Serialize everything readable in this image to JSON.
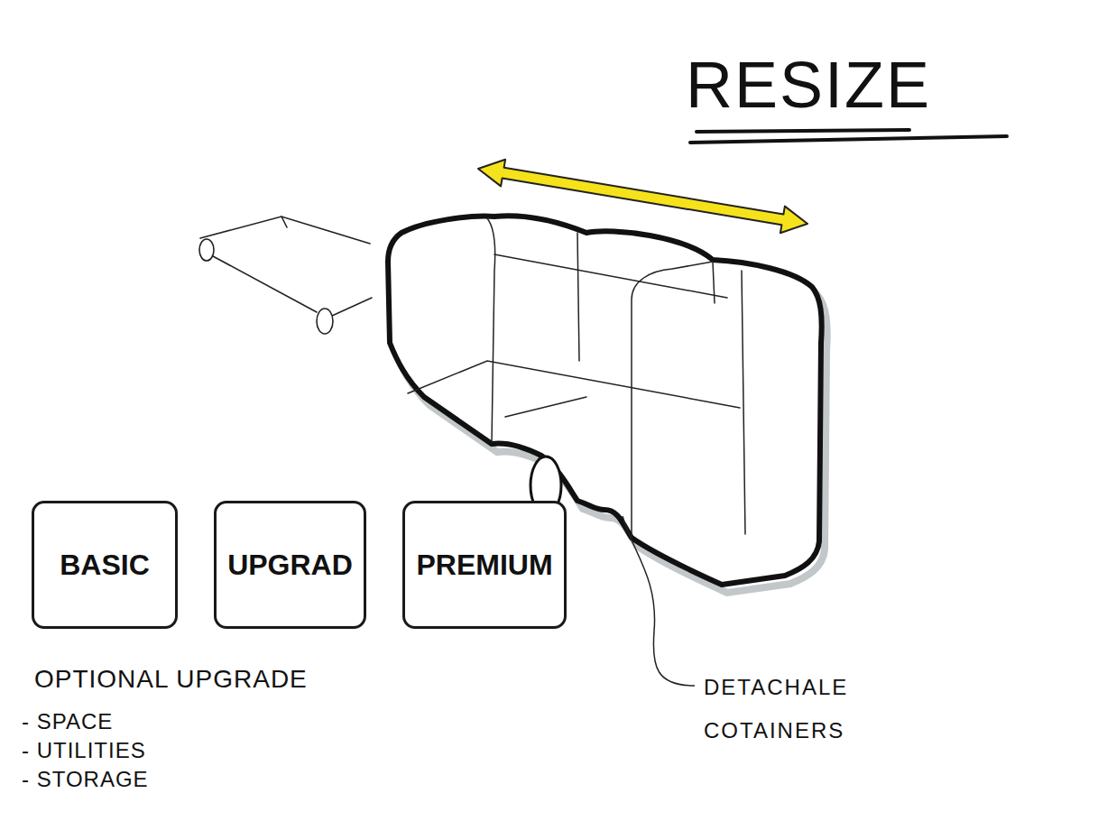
{
  "diagram": {
    "title": "RESIZE",
    "nodes": [
      {
        "text": [
          "BASIC"
        ]
      },
      {
        "text": [
          "UPGRAD"
        ]
      },
      {
        "text": [
          "PREMIUM"
        ]
      }
    ],
    "labels": [
      "OPTIONAL UPGRADE",
      "- SPACE",
      "- UTILITIES",
      "- STORAGE",
      "DETACHALE COTAINERS"
    ]
  }
}
